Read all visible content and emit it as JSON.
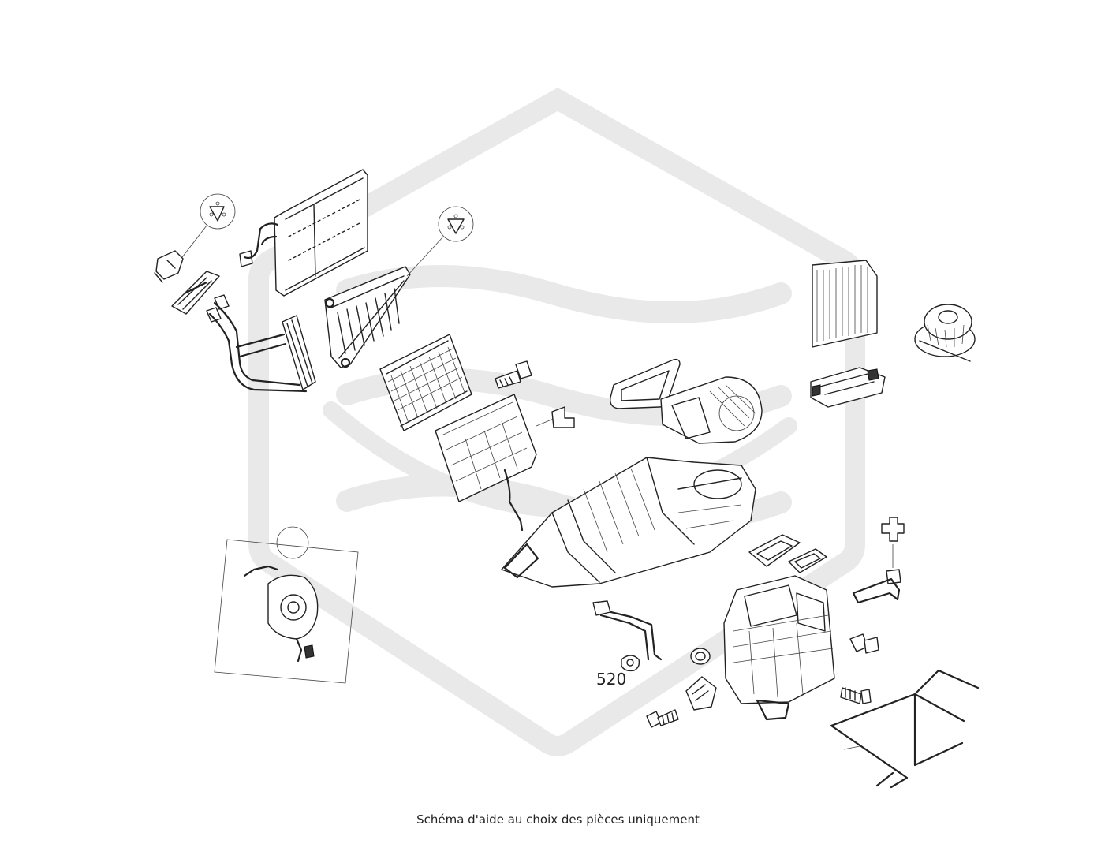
{
  "diagram": {
    "caption": "Schéma d'aide au choix des pièces uniquement",
    "part_labels": [
      {
        "id": "520",
        "text": "520"
      }
    ],
    "watermark_color": "#e8e8e8",
    "line_color": "#222222"
  }
}
